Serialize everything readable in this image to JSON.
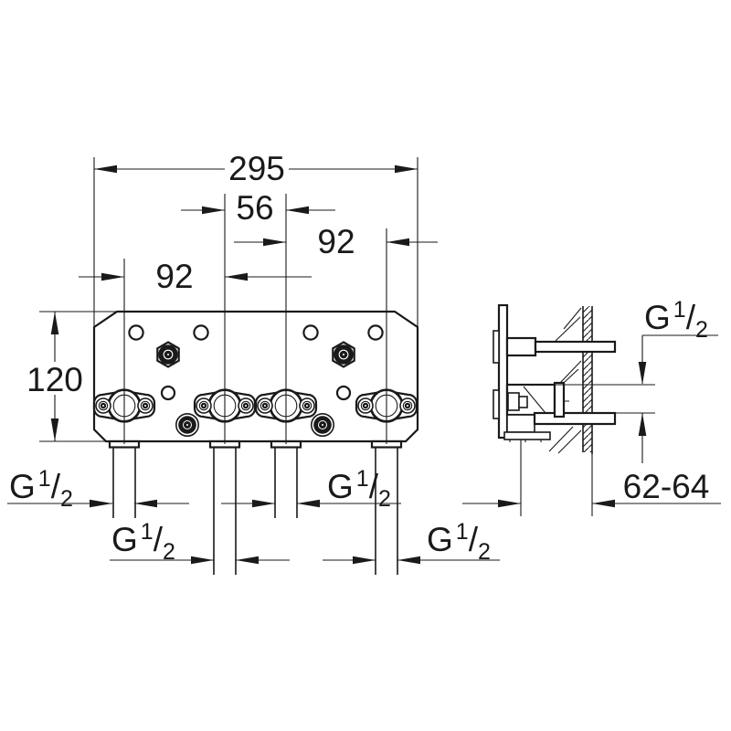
{
  "colors": {
    "background": "#ffffff",
    "line": "#1a1a1a"
  },
  "labels": {
    "dim_overall": "295",
    "dim_center": "56",
    "dim_right": "92",
    "dim_left": "92",
    "dim_height": "120",
    "dim_wall": "62-64",
    "thread": {
      "g": "G",
      "sup": "1",
      "slash": "/",
      "sub": "2"
    }
  }
}
